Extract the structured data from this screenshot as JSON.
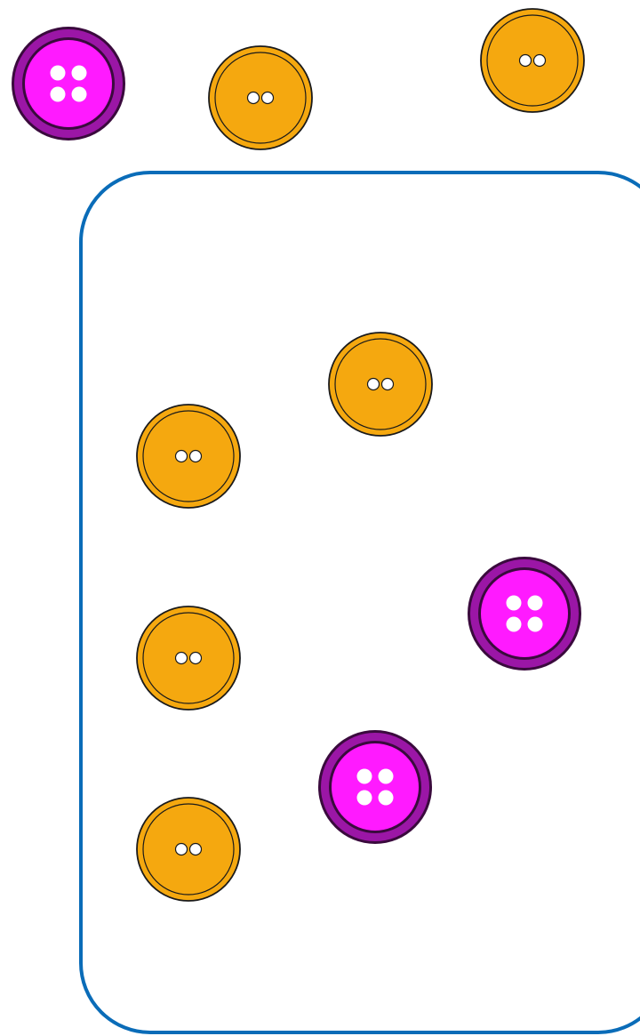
{
  "colors": {
    "background": "#ffffff",
    "frame_stroke": "#0a6cb8",
    "orange_fill": "#f5a80f",
    "orange_stroke": "#1a1a1a",
    "pink_fill": "#ff1aff",
    "pink_rim": "#9b16a6",
    "pink_stroke": "#3a0a3d",
    "hole_fill": "#ffffff"
  },
  "outside_area": {
    "buttons": [
      {
        "kind": "pink-four-hole"
      },
      {
        "kind": "orange-two-hole"
      },
      {
        "kind": "orange-two-hole"
      }
    ]
  },
  "inside_frame": {
    "buttons": [
      {
        "kind": "orange-two-hole"
      },
      {
        "kind": "orange-two-hole"
      },
      {
        "kind": "pink-four-hole"
      },
      {
        "kind": "orange-two-hole"
      },
      {
        "kind": "pink-four-hole"
      },
      {
        "kind": "orange-two-hole"
      }
    ]
  }
}
